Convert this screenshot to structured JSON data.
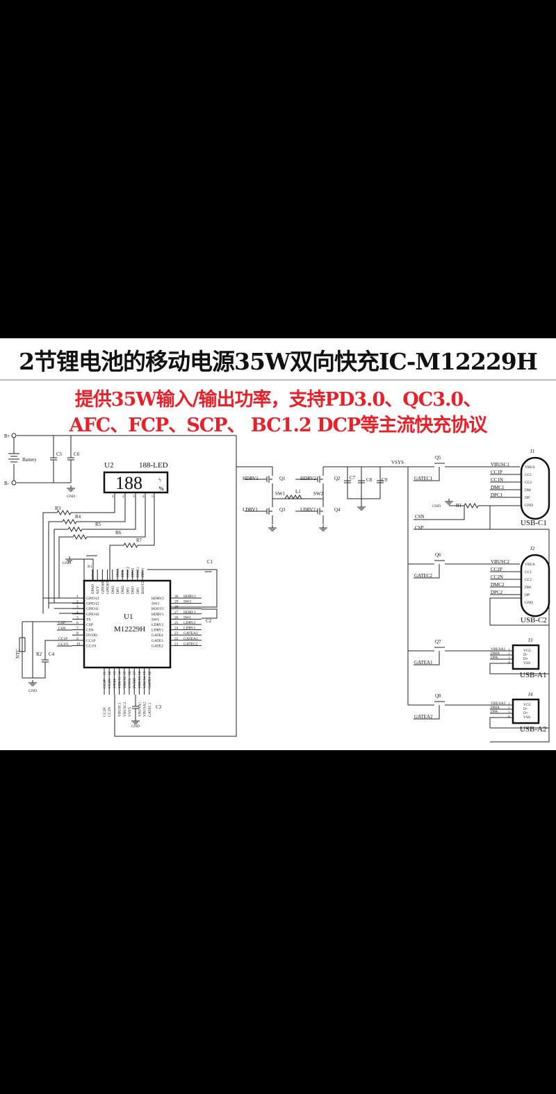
{
  "title": "2节锂电池的移动电源35W双向快充IC-M12229H",
  "subtitle_lines": [
    "提供35W输入/输出功率，支持PD3.0、QC3.0、",
    "AFC、FCP、SCP、 BC1.2 DCP等主流快充协议"
  ],
  "colors": {
    "title": "#111111",
    "subtitle": "#e8202a",
    "background": "#ffffff",
    "bars": "#000000"
  },
  "schematic": {
    "battery": {
      "plus": "B+",
      "minus": "B-",
      "label": "Battery"
    },
    "caps": [
      "C1",
      "C2",
      "C3",
      "C4",
      "C5",
      "C6",
      "C7",
      "C8",
      "C9"
    ],
    "gnd": "GND",
    "u2": {
      "ref": "U2",
      "part": "188-LED",
      "display": "188",
      "pct": "%",
      "pins": [
        "1",
        "2",
        "3",
        "4",
        "5"
      ]
    },
    "resistors": [
      "R1",
      "R2",
      "R3",
      "R4",
      "R5",
      "R6",
      "R7"
    ],
    "key": "K1",
    "ntc": "NTC",
    "u1": {
      "ref": "U1",
      "part": "M12229H",
      "left_pins": [
        "GPIO13",
        "GPIO12",
        "GPIO11",
        "GPIO10",
        "TS",
        "CSP",
        "CSN",
        "DVDD",
        "CC1P",
        "CC1N"
      ],
      "left_nums": [
        "1",
        "2",
        "3",
        "4",
        "5",
        "6",
        "7",
        "8",
        "9",
        "10"
      ],
      "left_nets": [
        "CSP",
        "CSN",
        "CC1P",
        "CC1N"
      ],
      "right_pins": [
        "HDRV2",
        "SW2",
        "BOOT1",
        "HDRV1",
        "SW1",
        "LDRV2",
        "LDRV1",
        "GATE4",
        "GATE3",
        "GATE2"
      ],
      "right_nums": [
        "30",
        "29",
        "28",
        "27",
        "26",
        "25",
        "24",
        "23",
        "22",
        "21"
      ],
      "right_nets": [
        "HDRV2",
        "SW2",
        "",
        "HDRV1",
        "SW1",
        "LDRV2",
        "LDRV1",
        "GATEA2",
        "GATEA1",
        "GATEC2"
      ],
      "top_pins": [
        "EPAD",
        "KEY",
        "GPIO06",
        "GPIO07",
        "DM3",
        "DP3",
        "DM2",
        "DP2",
        "DM1",
        "DP1",
        "BOOT2"
      ],
      "top_nets": [
        "DMA",
        "DPA",
        "DMC2",
        "DPC2",
        "DMC1",
        "DPC1"
      ],
      "bottom_pins": [
        "CC2P",
        "CC2N",
        "VBAT",
        "VBUS1",
        "VBUS2",
        "VSYS",
        "PVDD",
        "VBUS3",
        "VBUS4",
        "GATE1"
      ],
      "bottom_nums": [
        "11",
        "12",
        "13",
        "14",
        "15",
        "16",
        "17",
        "18",
        "19",
        "20"
      ],
      "bottom_nets": [
        "CC2P",
        "CC2N",
        "",
        "VBUSC1",
        "VBUSC2",
        "VSYS",
        "",
        "VBUSA1",
        "VBUSA2",
        "GATEC1"
      ]
    },
    "power": {
      "q": [
        "Q1",
        "Q2",
        "Q3",
        "Q4"
      ],
      "hdrv1": "HDRV1",
      "hdrv2": "HDRV2",
      "ldrv1": "LDRV1",
      "ldrv2": "LDRV2",
      "sw1": "SW1",
      "sw2": "SW2",
      "inductor": "L1",
      "vsys": "VSYS"
    },
    "ports": [
      {
        "q": "Q5",
        "gate": "GATEC1",
        "ref": "J1",
        "name": "USB-C1",
        "nets": [
          "VBUSC1",
          "CC1P",
          "CC1N",
          "DMC1",
          "DPC1"
        ],
        "pins": [
          "VBUS",
          "CC1",
          "CC2",
          "DM",
          "DP",
          "GND"
        ]
      },
      {
        "q": "Q6",
        "gate": "GATEC2",
        "ref": "J2",
        "name": "USB-C2",
        "nets": [
          "VBUSC2",
          "CC2P",
          "CC2N",
          "DMC2",
          "DPC2"
        ],
        "pins": [
          "VBUS",
          "CC1",
          "CC2",
          "DM",
          "DP",
          "GND"
        ]
      },
      {
        "q": "Q7",
        "gate": "GATEA1",
        "ref": "J3",
        "name": "USB-A1",
        "nets": [
          "VBUSA1",
          "DMA",
          "DPA"
        ],
        "pins": [
          "VCC",
          "D-",
          "D+",
          "VSS"
        ],
        "nums": [
          "1",
          "2",
          "3",
          "4"
        ]
      },
      {
        "q": "Q8",
        "gate": "GATEA2",
        "ref": "J4",
        "name": "USB-A2",
        "nets": [
          "VBUSA2",
          "DMA",
          "DPA"
        ],
        "pins": [
          "VCC",
          "D-",
          "D+",
          "VSS"
        ],
        "nums": [
          "1",
          "2",
          "3",
          "4"
        ]
      }
    ],
    "sense": {
      "csn": "CSN",
      "csp": "CSP"
    }
  }
}
